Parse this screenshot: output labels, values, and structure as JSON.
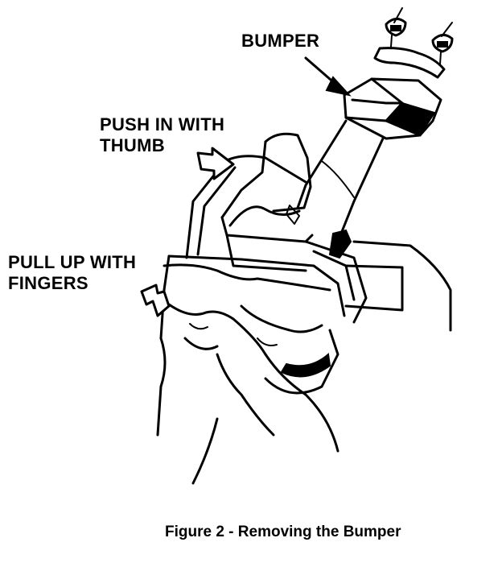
{
  "labels": {
    "bumper": "BUMPER",
    "push_line1": "PUSH IN WITH",
    "push_line2": "THUMB",
    "pull_line1": "PULL UP WITH",
    "pull_line2": "FINGERS"
  },
  "caption": "Figure 2 - Removing the Bumper"
}
